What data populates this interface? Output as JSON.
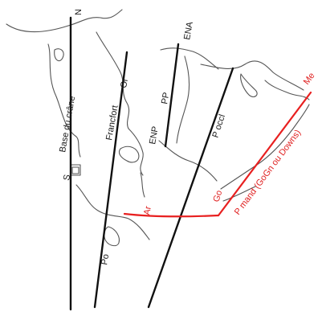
{
  "labels": {
    "n": "N",
    "base_du_crane": "Base du crâne",
    "s": "S",
    "francfort": "Francfort",
    "or": "Or",
    "po": "Po",
    "pp": "PP",
    "ena": "ENA",
    "enp": "ENP",
    "p_occl": "P occl",
    "ar": "Ar",
    "go": "Go",
    "p_mand": "P mand (GoGn ou Downs)",
    "me": "Me"
  },
  "colors": {
    "construction_lines": "#111111",
    "mandibular_plane": "#e82020",
    "tracing": "#555555"
  }
}
